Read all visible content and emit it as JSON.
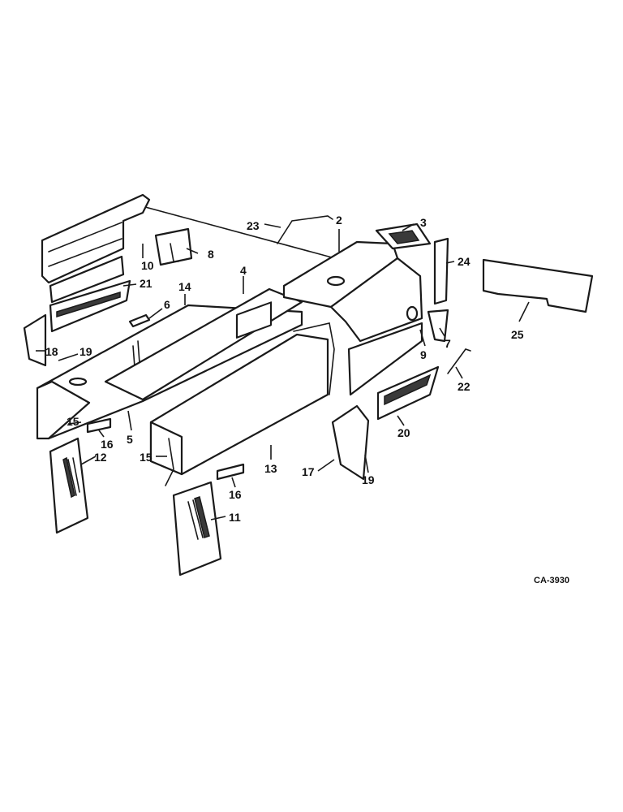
{
  "diagram": {
    "drawing_code": "CA-3930",
    "callouts": [
      {
        "id": "c1",
        "label": "2"
      },
      {
        "id": "c2",
        "label": "3"
      },
      {
        "id": "c3",
        "label": "23"
      },
      {
        "id": "c4",
        "label": "8"
      },
      {
        "id": "c5",
        "label": "10"
      },
      {
        "id": "c6",
        "label": "21"
      },
      {
        "id": "c7",
        "label": "14"
      },
      {
        "id": "c8",
        "label": "4"
      },
      {
        "id": "c9",
        "label": "6"
      },
      {
        "id": "c10",
        "label": "24"
      },
      {
        "id": "c11",
        "label": "25"
      },
      {
        "id": "c12",
        "label": "7"
      },
      {
        "id": "c13",
        "label": "9"
      },
      {
        "id": "c14",
        "label": "18"
      },
      {
        "id": "c15",
        "label": "19"
      },
      {
        "id": "c16",
        "label": "22"
      },
      {
        "id": "c17",
        "label": "15"
      },
      {
        "id": "c18",
        "label": "16"
      },
      {
        "id": "c19",
        "label": "5"
      },
      {
        "id": "c20",
        "label": "12"
      },
      {
        "id": "c21",
        "label": "20"
      },
      {
        "id": "c22",
        "label": "15"
      },
      {
        "id": "c23",
        "label": "13"
      },
      {
        "id": "c24",
        "label": "17"
      },
      {
        "id": "c25",
        "label": "19"
      },
      {
        "id": "c26",
        "label": "16"
      },
      {
        "id": "c27",
        "label": "11"
      }
    ]
  }
}
